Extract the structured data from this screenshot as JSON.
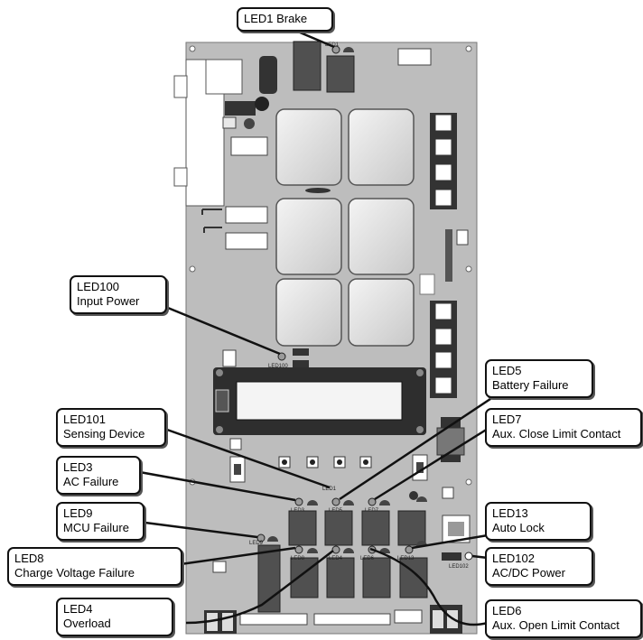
{
  "board": {
    "silkscreen": {
      "led1": "LED1",
      "led100": "LED100",
      "led101": "LED1",
      "led3": "LED3",
      "led5": "LED5",
      "led7": "LED7",
      "led9": "LED9",
      "led8": "LED8",
      "led4": "LED4",
      "led6": "LED6",
      "led13": "LED13",
      "led102": "LED102"
    },
    "colors": {
      "board": "#bdbdbd",
      "relay": "#505050",
      "led": "#9a9a9a",
      "lcd": "#2e2e2e"
    }
  },
  "callouts": [
    {
      "id": "led1",
      "line1": "LED1  Brake",
      "line2": ""
    },
    {
      "id": "led100",
      "line1": "LED100",
      "line2": "Input Power"
    },
    {
      "id": "led5",
      "line1": "LED5",
      "line2": "Battery Failure"
    },
    {
      "id": "led101",
      "line1": "LED101",
      "line2": "Sensing Device"
    },
    {
      "id": "led7",
      "line1": "LED7",
      "line2": "Aux. Close Limit Contact"
    },
    {
      "id": "led3",
      "line1": "LED3",
      "line2": "AC Failure"
    },
    {
      "id": "led9",
      "line1": "LED9",
      "line2": "MCU Failure"
    },
    {
      "id": "led13",
      "line1": "LED13",
      "line2": "Auto Lock"
    },
    {
      "id": "led8",
      "line1": "LED8",
      "line2": "Charge Voltage Failure"
    },
    {
      "id": "led102",
      "line1": "LED102",
      "line2": "AC/DC Power"
    },
    {
      "id": "led4",
      "line1": "LED4",
      "line2": "Overload"
    },
    {
      "id": "led6",
      "line1": "LED6",
      "line2": "Aux. Open Limit Contact"
    }
  ]
}
